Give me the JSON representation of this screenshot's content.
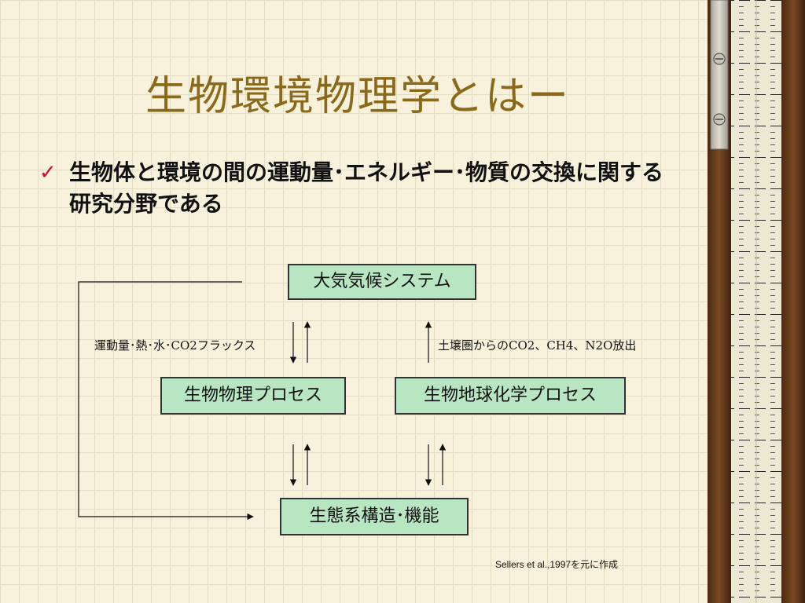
{
  "title": "生物環境物理学とはー",
  "bullet": {
    "icon": "checkmark-icon",
    "text": "生物体と環境の間の運動量･エネルギー･物質の交換に関する研究分野である"
  },
  "diagram": {
    "nodes": {
      "atmosphere": "大気気候システム",
      "biophysical": "生物物理プロセス",
      "biogeochemical": "生物地球化学プロセス",
      "ecosystem": "生態系構造･機能"
    },
    "labels": {
      "flux": "運動量･熱･水･CO2フラックス",
      "emission": "土壌圏からのCO2、CH4、N2O放出"
    }
  },
  "credit": "Sellers et al.,1997を元に作成",
  "colors": {
    "title": "#8a6a1a",
    "node_fill": "#b8e6c2",
    "check": "#c8102e",
    "background": "#f8f2dc"
  }
}
